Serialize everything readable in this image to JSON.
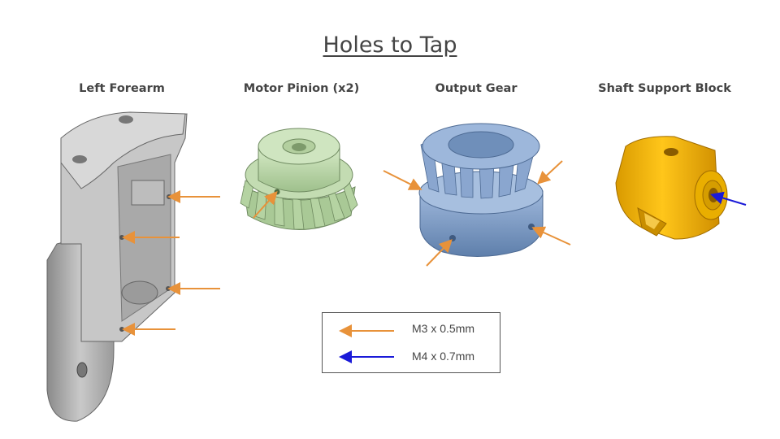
{
  "title": "Holes to Tap",
  "parts": [
    {
      "label": "Left Forearm"
    },
    {
      "label": "Motor Pinion (x2)"
    },
    {
      "label": "Output Gear"
    },
    {
      "label": "Shaft Support Block"
    }
  ],
  "legend": {
    "items": [
      {
        "label": "M3 x 0.5mm",
        "color": "#e8923a"
      },
      {
        "label": "M4 x 0.7mm",
        "color": "#1a1ad8"
      }
    ]
  },
  "colors": {
    "forearm": "#b9b9b9",
    "pinion": "#b8d6a8",
    "output_gear": "#7f9dc6",
    "support_block": "#f2b400"
  }
}
